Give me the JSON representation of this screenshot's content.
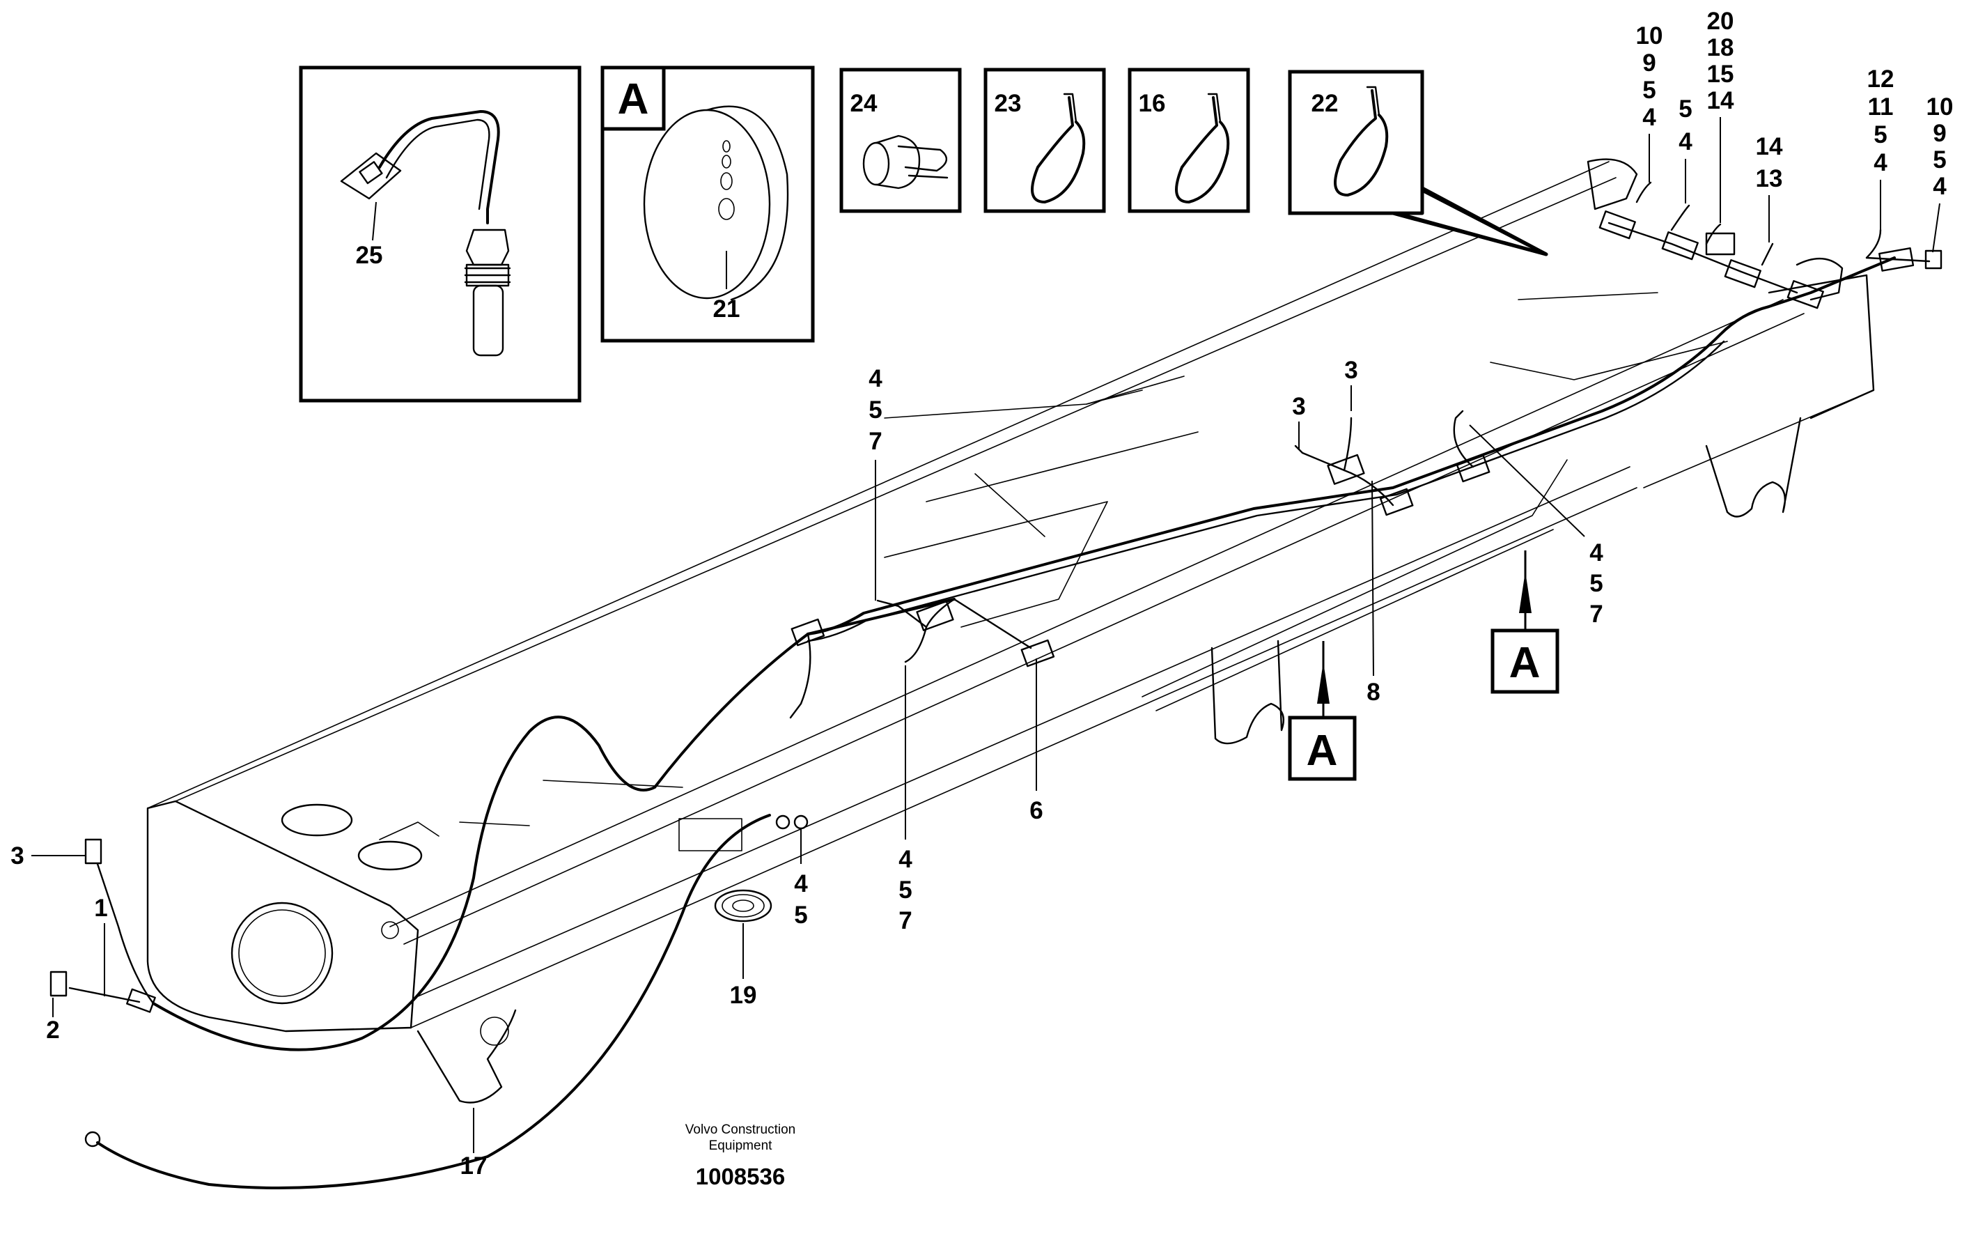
{
  "caption": {
    "line1": "Volvo Construction",
    "line2": "Equipment",
    "doc_number": "1008536"
  },
  "detail_boxes": {
    "sensor": {
      "label": "25"
    },
    "plug": {
      "letter": "A",
      "label": "21"
    },
    "b24": {
      "label": "24"
    },
    "b23": {
      "label": "23"
    },
    "b16": {
      "label": "16"
    },
    "b22": {
      "label": "22"
    }
  },
  "view_markers": [
    "A",
    "A"
  ],
  "callouts": {
    "c1": "1",
    "c2": "2",
    "c3a": "3",
    "c17": "17",
    "c19": "19",
    "c45": [
      "4",
      "5"
    ],
    "c457_bottom": [
      "4",
      "5",
      "7"
    ],
    "c6": "6",
    "c457_top": [
      "4",
      "5",
      "7"
    ],
    "c3b": "3",
    "c3c": "3",
    "c8": "8",
    "c457_right": [
      "4",
      "5",
      "7"
    ],
    "c10954_left": [
      "10",
      "9",
      "5",
      "4"
    ],
    "c54": [
      "5",
      "4"
    ],
    "c20181514": [
      "20",
      "18",
      "15",
      "14"
    ],
    "c1413": [
      "14",
      "13"
    ],
    "c121154": [
      "12",
      "11",
      "5",
      "4"
    ],
    "c10954_right": [
      "10",
      "9",
      "5",
      "4"
    ]
  }
}
